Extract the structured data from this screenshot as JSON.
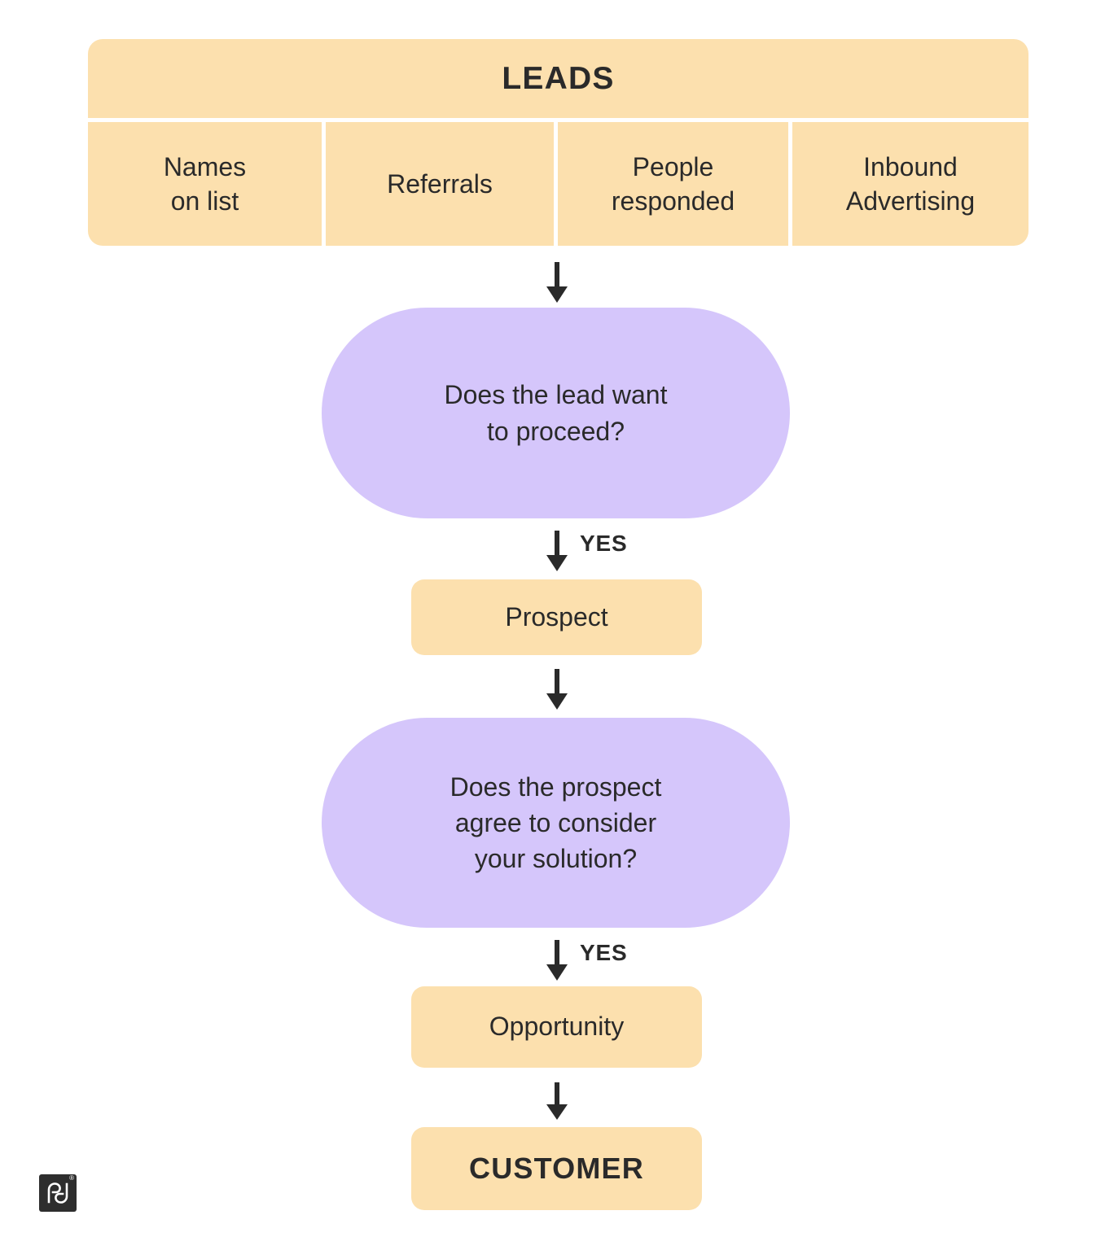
{
  "diagram": {
    "title": "LEADS",
    "theme": {
      "peach": "#FCE0AE",
      "purple": "#D5C6FB",
      "text": "#2A2A2A",
      "background": "#FFFFFF",
      "divider": "#FFFFFF"
    },
    "leads": {
      "header_label": "LEADS",
      "sources": [
        {
          "label": "Names\non list"
        },
        {
          "label": "Referrals"
        },
        {
          "label": "People\nresponded"
        },
        {
          "label": "Inbound\nAdvertising"
        }
      ]
    },
    "nodes": [
      {
        "id": "decision-lead-proceed",
        "type": "decision",
        "label": "Does the lead want\nto proceed?"
      },
      {
        "id": "prospect",
        "type": "process",
        "label": "Prospect"
      },
      {
        "id": "decision-consider-solution",
        "type": "decision",
        "label": "Does the prospect\nagree to consider\nyour solution?"
      },
      {
        "id": "opportunity",
        "type": "process",
        "label": "Opportunity"
      },
      {
        "id": "customer",
        "type": "terminal",
        "label": "CUSTOMER"
      }
    ],
    "connectors": [
      {
        "id": "leads-to-decision1",
        "from": "leads",
        "to": "decision-lead-proceed",
        "label": ""
      },
      {
        "id": "decision1-to-prospect",
        "from": "decision-lead-proceed",
        "to": "prospect",
        "label": "YES"
      },
      {
        "id": "prospect-to-decision2",
        "from": "prospect",
        "to": "decision-consider-solution",
        "label": ""
      },
      {
        "id": "decision2-to-opportunity",
        "from": "decision-consider-solution",
        "to": "opportunity",
        "label": "YES"
      },
      {
        "id": "opportunity-to-customer",
        "from": "opportunity",
        "to": "customer",
        "label": ""
      }
    ],
    "branding": {
      "logo_text": "pd",
      "registered_mark": "®"
    }
  }
}
